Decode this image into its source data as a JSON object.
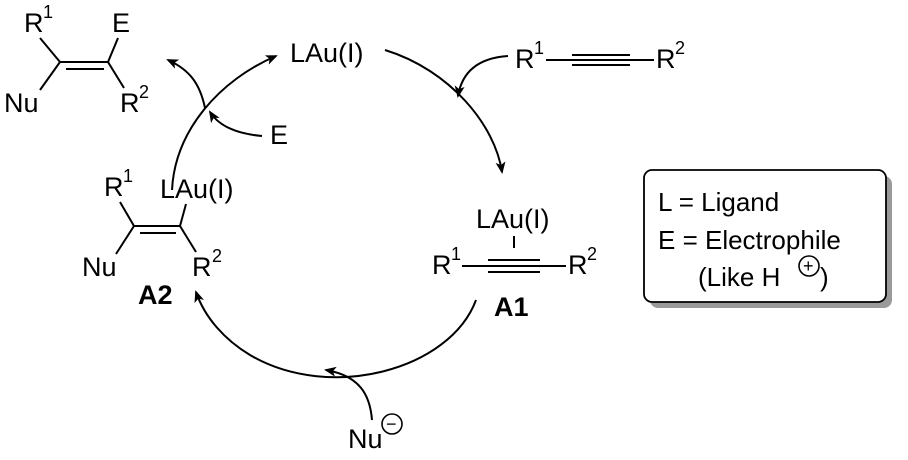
{
  "catalyst": {
    "label": "LAu(I)"
  },
  "alkyne": {
    "r1": "R",
    "r1_sup": "1",
    "r2": "R",
    "r2_sup": "2"
  },
  "intermediate_a1": {
    "label": "A1",
    "metal": "LAu(I)",
    "r1": "R",
    "r1_sup": "1",
    "r2": "R",
    "r2_sup": "2"
  },
  "intermediate_a2": {
    "label": "A2",
    "metal": "LAu(I)",
    "r1": "R",
    "r1_sup": "1",
    "r2": "R",
    "r2_sup": "2",
    "nu": "Nu"
  },
  "product": {
    "r1": "R",
    "r1_sup": "1",
    "r2": "R",
    "r2_sup": "2",
    "e": "E",
    "nu": "Nu"
  },
  "electrophile_in": {
    "label": "E"
  },
  "nucleophile_in": {
    "label": "Nu",
    "charge": "−"
  },
  "legend": {
    "line1": "L = Ligand",
    "line2": "E = Electrophile",
    "line3": "(Like H",
    "line3_charge": "+",
    "line3_end": " )"
  }
}
